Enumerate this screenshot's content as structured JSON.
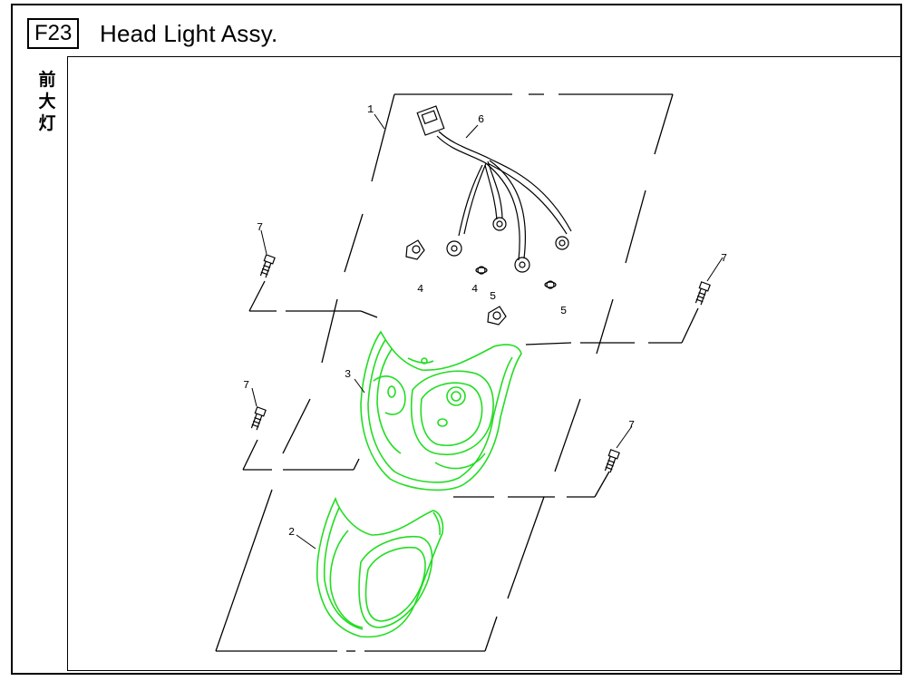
{
  "header": {
    "code": "F23",
    "title": "Head Light Assy."
  },
  "side_label": [
    "前",
    "大",
    "灯"
  ],
  "callouts": {
    "c1": "1",
    "c2": "2",
    "c3": "3",
    "c4a": "4",
    "c4b": "4",
    "c5a": "5",
    "c5b": "5",
    "c6": "6",
    "c7a": "7",
    "c7b": "7",
    "c7c": "7",
    "c7d": "7"
  },
  "colors": {
    "part_highlight": "#22dd22",
    "line": "#000000"
  }
}
